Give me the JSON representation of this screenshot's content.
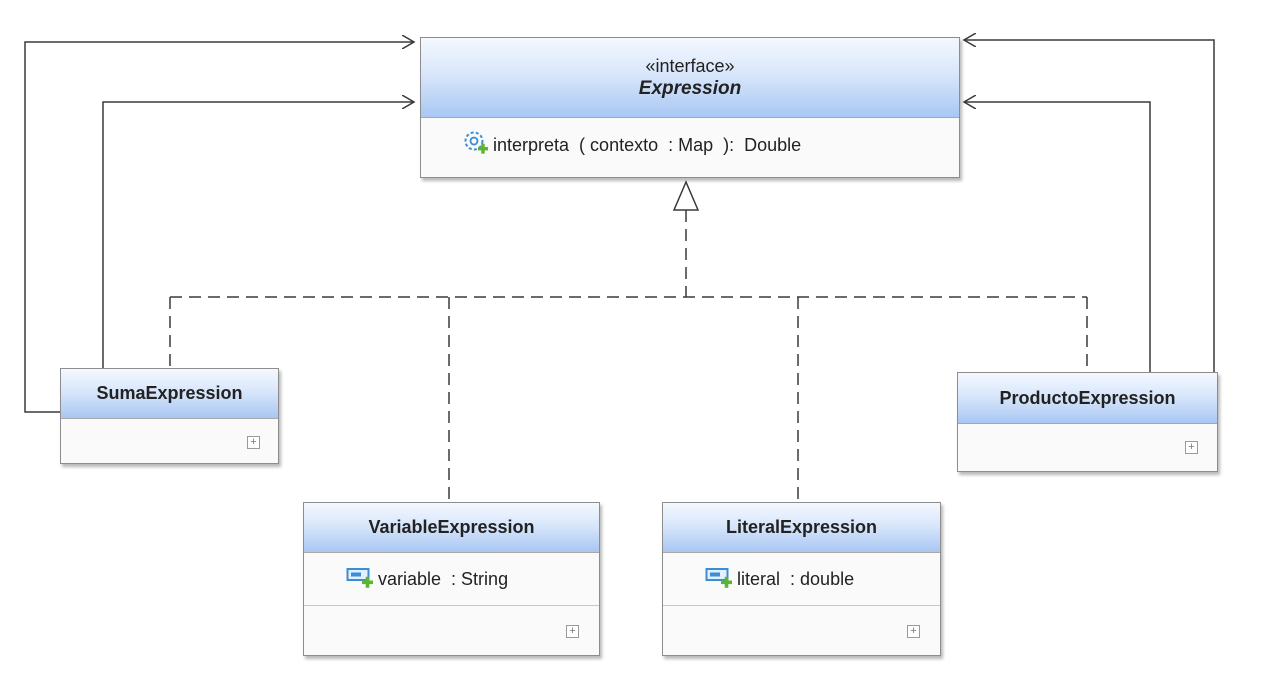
{
  "interface": {
    "stereotype": "«interface»",
    "name": "Expression",
    "operation": "interpreta  ( contexto  : Map  ):  Double"
  },
  "classes": {
    "suma": {
      "name": "SumaExpression"
    },
    "producto": {
      "name": "ProductoExpression"
    },
    "variable": {
      "name": "VariableExpression",
      "attribute": "variable  : String"
    },
    "literal": {
      "name": "LiteralExpression",
      "attribute": "literal  : double"
    }
  },
  "icons": {
    "operation": "public-method-icon",
    "attribute": "public-field-icon",
    "expand": "expand-compartment-icon"
  },
  "colors": {
    "header_top": "#f4f8ff",
    "header_bottom": "#a9c7f3",
    "line": "#3a3a3a",
    "add_badge": "#5cb531"
  }
}
